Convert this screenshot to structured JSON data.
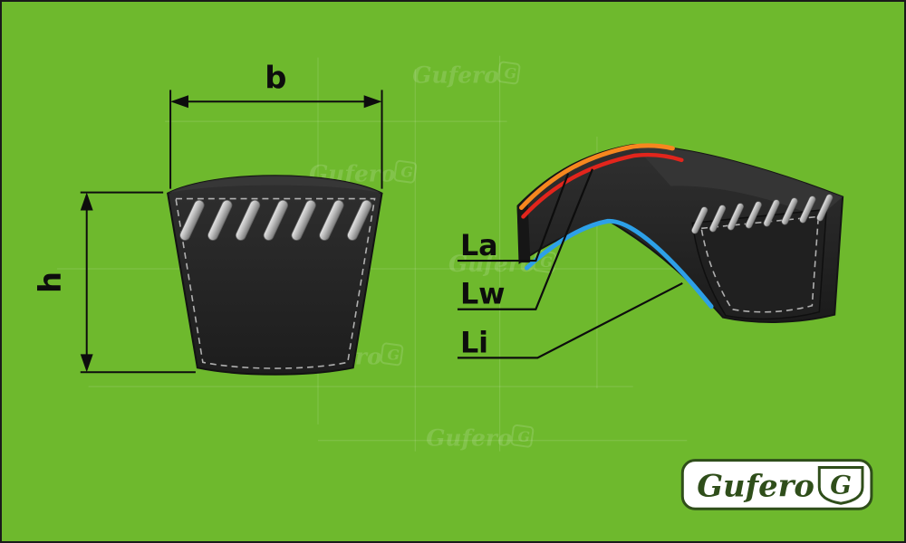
{
  "canvas": {
    "background": "#6eb92d",
    "border": "#1a1a1a"
  },
  "cross_section": {
    "width_label": "b",
    "height_label": "h"
  },
  "belt_lines": {
    "la_label": "La",
    "lw_label": "Lw",
    "li_label": "Li",
    "la_color": "#f6871f",
    "lw_color": "#e2251c",
    "li_color": "#2da0e8"
  },
  "belt_colors": {
    "body": "#262626",
    "cords": "#c7c7c7"
  },
  "logo": {
    "brand": "Gufero",
    "monogram": "G",
    "color": "#2f4e1a"
  },
  "watermark": {
    "text": "Gufero",
    "monogram": "G"
  }
}
